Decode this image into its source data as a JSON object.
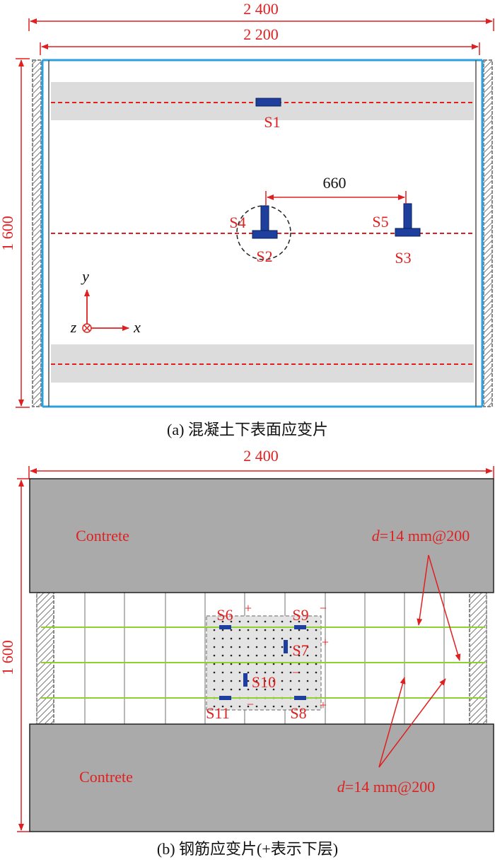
{
  "panel_a": {
    "dim_top_outer": "2 400",
    "dim_top_inner": "2 200",
    "dim_left": "1 600",
    "dim_gauge_spacing": "660",
    "gauges": {
      "s1": "S1",
      "s2": "S2",
      "s3": "S3",
      "s4": "S4",
      "s5": "S5"
    },
    "axes": {
      "x": "x",
      "y": "y",
      "z": "z"
    },
    "caption": "(a) 混凝土下表面应变片"
  },
  "panel_b": {
    "dim_top": "2 400",
    "dim_left": "1 600",
    "concrete_label_top": "Contrete",
    "concrete_label_bottom": "Contrete",
    "rebar_label_top": "d=14 mm@200",
    "rebar_label_bottom": "d=14 mm@200",
    "rebar_label_italic": "d",
    "rebar_label_rest": "=14 mm@200",
    "gauges": {
      "s6": "S6",
      "s7": "S7",
      "s8": "S8",
      "s9": "S9",
      "s10": "S10",
      "s11": "S11"
    },
    "signs": {
      "s6_sign": "+",
      "s9_sign": "−",
      "s7_sign": "+",
      "s7_minus": "−",
      "s10_sign": "−",
      "s8_sign": "+"
    },
    "caption": "(b) 钢筋应变片(+表示下层)"
  },
  "colors": {
    "dimension_red": "#e02020",
    "beam_blue": "#2aa0e0",
    "gauge_navy": "#1f3f9f",
    "concrete_gray": "#aaaaaa",
    "rebar_green": "#8fd030",
    "strip_gray": "#dcdcdc"
  }
}
